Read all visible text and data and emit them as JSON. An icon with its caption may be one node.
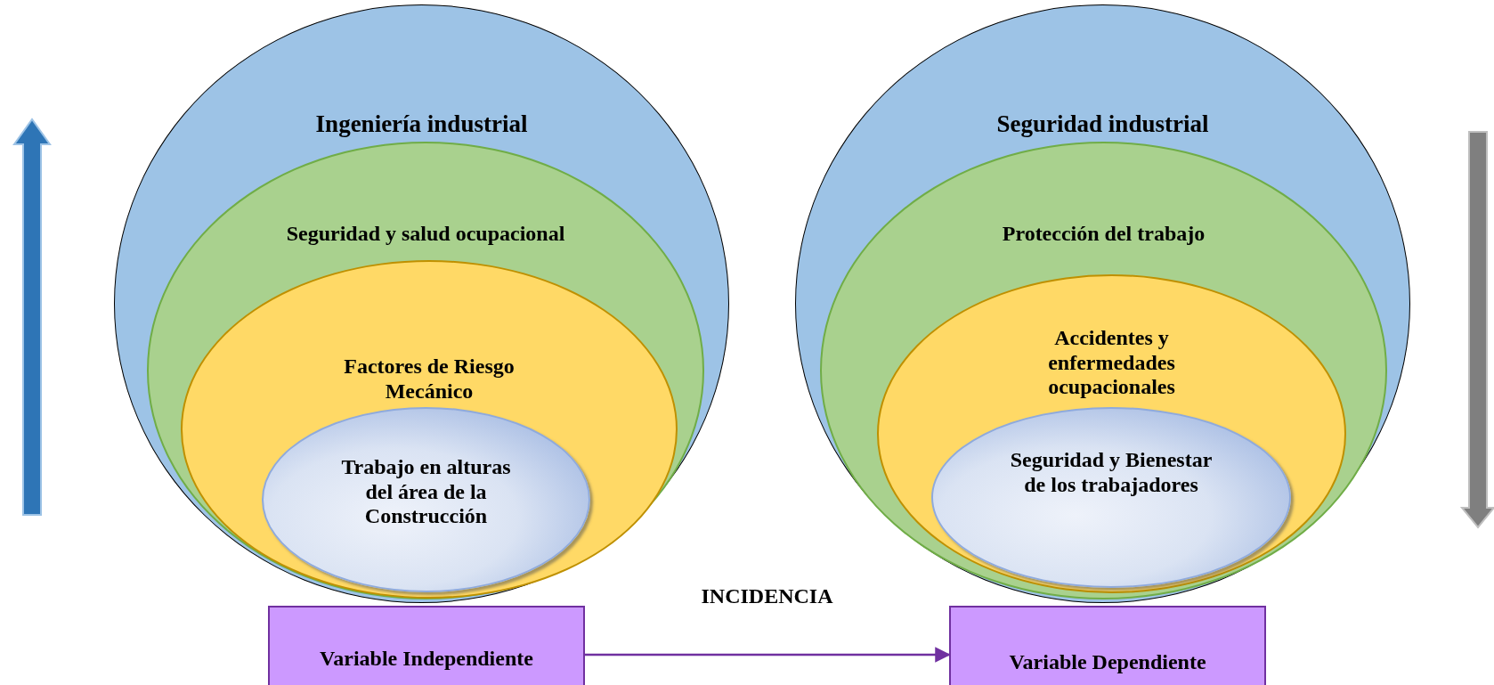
{
  "diagram": {
    "nodes": [
      {
        "text": [
          "Ingeniería industrial"
        ]
      },
      {
        "text": [
          "Seguridad y salud ocupacional"
        ],
        "in": 0
      },
      {
        "text": [
          "Factores de Riesgo Mecánico"
        ],
        "in": 1
      },
      {
        "text": [
          "Trabajo en alturas del área de la Construcción"
        ],
        "in": 2
      },
      {
        "text": [
          "Variable Independiente"
        ]
      },
      {
        "text": [
          "Seguridad industrial"
        ]
      },
      {
        "text": [
          "Protección del trabajo"
        ],
        "in": 5
      },
      {
        "text": [
          "Accidentes y enfermedades ocupacionales"
        ],
        "in": 6
      },
      {
        "text": [
          "Seguridad y Bienestar de los trabajadores"
        ],
        "in": 7
      },
      {
        "text": [
          "Variable Dependiente"
        ]
      }
    ],
    "edges": [
      {
        "from": 4,
        "to": 9,
        "arrow": "to",
        "label": "INCIDENCIA"
      }
    ]
  }
}
